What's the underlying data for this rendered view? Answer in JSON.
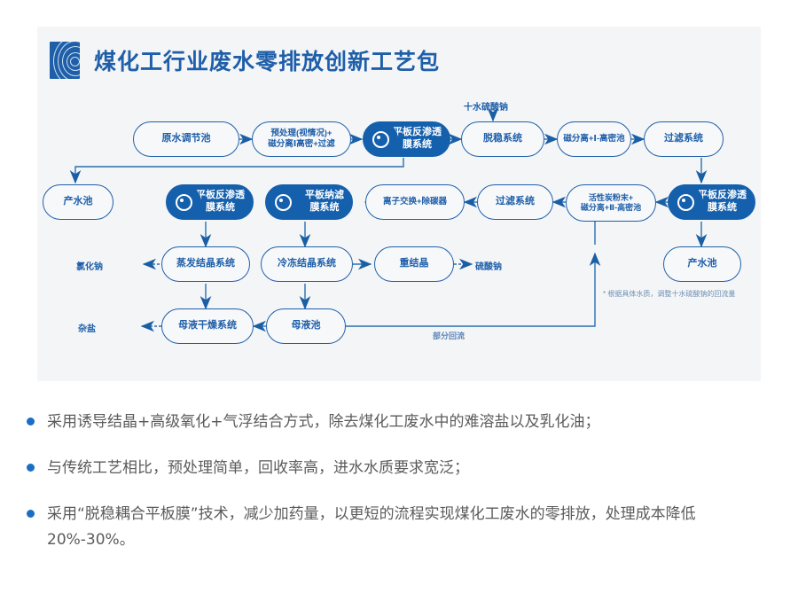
{
  "header": {
    "title": "煤化工行业废水零排放创新工艺包",
    "logo_icon": "fingerprint-logo-icon",
    "accent_color": "#1f5fa9"
  },
  "diagram": {
    "nodes": [
      {
        "id": "n1",
        "label": "原水调节池",
        "style": "outline"
      },
      {
        "id": "n2",
        "label": "预处理(视情况)+\n磁分离Ⅰ高密+过滤",
        "style": "outline"
      },
      {
        "id": "n3",
        "label": "平板反渗透\n膜系统",
        "style": "filled",
        "icon": "membrane-disc-icon"
      },
      {
        "id": "n4",
        "label": "脱稳系统",
        "style": "outline"
      },
      {
        "id": "n5",
        "label": "磁分离+Ⅰ-高密池",
        "style": "outline"
      },
      {
        "id": "n6",
        "label": "过滤系统",
        "style": "outline"
      },
      {
        "id": "n7",
        "label": "产水池",
        "style": "outline"
      },
      {
        "id": "n8",
        "label": "平板反渗透\n膜系统",
        "style": "filled",
        "icon": "membrane-disc-icon"
      },
      {
        "id": "n9",
        "label": "平板纳滤\n膜系统",
        "style": "filled",
        "icon": "membrane-disc-icon"
      },
      {
        "id": "n10",
        "label": "离子交换+除碳器",
        "style": "outline"
      },
      {
        "id": "n11",
        "label": "过滤系统",
        "style": "outline"
      },
      {
        "id": "n12",
        "label": "活性炭粉末+\n磁分离+Ⅱ-高密池",
        "style": "outline"
      },
      {
        "id": "n13",
        "label": "平板反渗透\n膜系统",
        "style": "filled",
        "icon": "membrane-disc-icon"
      },
      {
        "id": "n14",
        "label": "蒸发结晶系统",
        "style": "outline"
      },
      {
        "id": "n15",
        "label": "冷冻结晶系统",
        "style": "outline"
      },
      {
        "id": "n16",
        "label": "重结晶",
        "style": "outline"
      },
      {
        "id": "n17",
        "label": "产水池",
        "style": "outline"
      },
      {
        "id": "n18",
        "label": "母液干燥系统",
        "style": "outline"
      },
      {
        "id": "n19",
        "label": "母液池",
        "style": "outline"
      }
    ],
    "labels": {
      "input_chemical": "十水硫酸钠",
      "out_nacl": "氯化钠",
      "out_na2so4": "硫酸钠",
      "out_mixed_salt": "杂盐",
      "recycle": "部分回流",
      "footnote": "* 根据具体水质，调整十水硫酸钠的回流量"
    }
  },
  "bullets": [
    "采用诱导结晶+高级氧化+气浮结合方式，除去煤化工废水中的难溶盐以及乳化油；",
    "与传统工艺相比，预处理简单，回收率高，进水水质要求宽泛；",
    "采用“脱稳耦合平板膜”技术，减少加药量，以更短的流程实现煤化工废水的零排放，处理成本降低20%-30%。"
  ]
}
